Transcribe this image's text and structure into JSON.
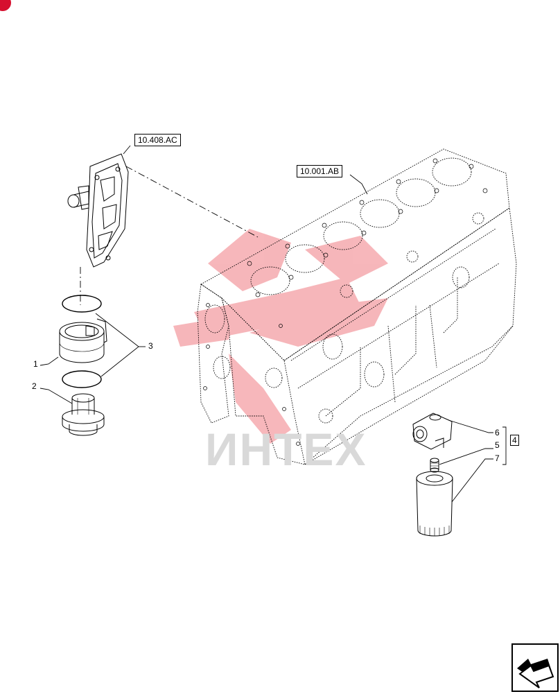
{
  "refs": {
    "plate": "10.408.AC",
    "block": "10.001.AB"
  },
  "callouts": {
    "c1": "1",
    "c2": "2",
    "c3": "3",
    "c4": "4",
    "c5": "5",
    "c6": "6",
    "c7": "7"
  },
  "watermark": {
    "text": "ИНТЕХ",
    "color": "#e8323c"
  },
  "colors": {
    "line": "#000000",
    "badge": "#d6102f"
  },
  "icons": {
    "nav": "return-arrow-icon"
  }
}
